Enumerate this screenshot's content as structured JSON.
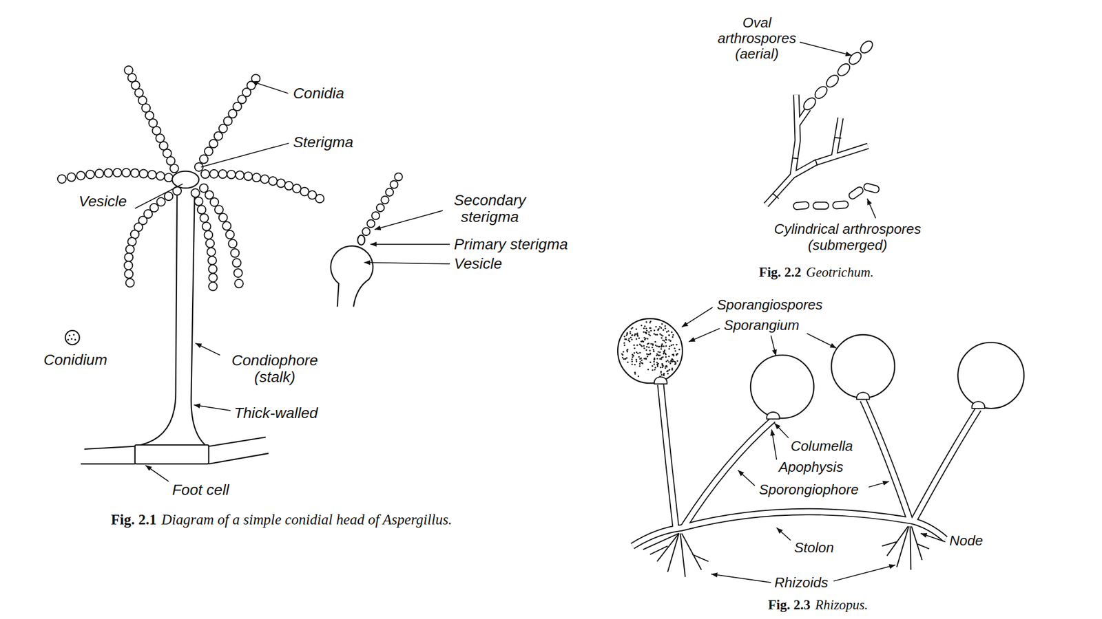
{
  "diagram": {
    "labels": [
      "Conidia",
      "Sterigma",
      "Vesicle",
      "Secondary sterigma",
      "Primary sterigma",
      "Vesicle",
      "Conidium",
      "Condiophore (stalk)",
      "Thick-walled",
      "Foot cell",
      "Fig. 2.1",
      "Diagram of a simple conidial head of Aspergillus.",
      "Oval arthrospores (aerial)",
      "Cylindrical arthrospores (submerged)",
      "Fig. 2.2",
      "Geotrichum.",
      "Sporangiospores",
      "Sporangium",
      "Columella",
      "Apophysis",
      "Sporongiophore",
      "Stolon",
      "Node",
      "Rhizoids",
      "Fig. 2.3",
      "Rhizopus."
    ]
  }
}
